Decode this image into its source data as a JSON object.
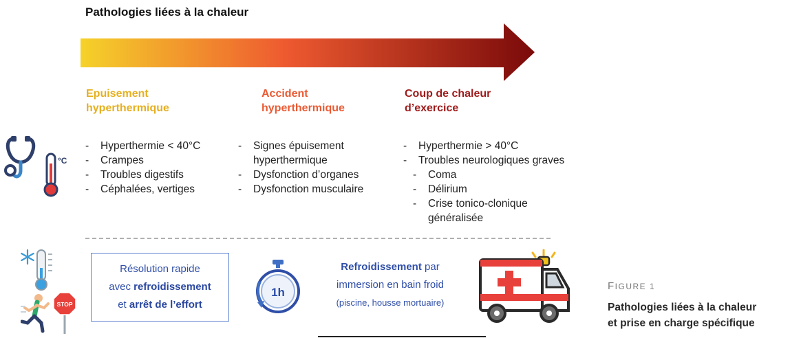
{
  "title": "Pathologies liées à la chaleur",
  "categories": [
    {
      "label_line1": "Epuisement",
      "label_line2": "hyperthermique",
      "color": "#e5b020"
    },
    {
      "label_line1": "Accident",
      "label_line2": "hyperthermique",
      "color": "#ea5a33"
    },
    {
      "label_line1": "Coup de chaleur",
      "label_line2": "d’exercice",
      "color": "#9e1a1a"
    }
  ],
  "lists": [
    [
      "Hyperthermie < 40°C",
      "Crampes",
      "Troubles digestifs",
      "Céphalées, vertiges"
    ],
    [
      "Signes épuisement",
      "hyperthermique",
      "Dysfonction d’organes",
      "Dysfonction musculaire"
    ],
    [
      "Hyperthermie > 40°C",
      "Troubles neurologiques graves",
      "Coma",
      "Délirium",
      "Crise tonico-clonique",
      "généralisée"
    ]
  ],
  "treatment1": {
    "line1": "Résolution rapide",
    "line2_pre": "avec ",
    "line2_bold": "refroidissement",
    "line3_pre": "et ",
    "line3_bold": "arrêt de l’effort"
  },
  "treatment2": {
    "bold": "Refroidissement",
    "rest1": " par",
    "line2": "immersion en bain froid",
    "line3": "(piscine, housse mortuaire)"
  },
  "stopwatch_label": "1h",
  "thermo_unit": "°C",
  "stop_sign": "STOP",
  "figure": {
    "label_first": "F",
    "label_rest": "IGURE 1",
    "caption_line1": "Pathologies liées à la chaleur",
    "caption_line2": "et prise en charge spécifique"
  },
  "colors": {
    "gradient_start": "#f5d22a",
    "gradient_mid": "#ee5a30",
    "gradient_end": "#7a0a0a",
    "box_border": "#5b7fd0",
    "text_blue": "#2f4ea8"
  }
}
